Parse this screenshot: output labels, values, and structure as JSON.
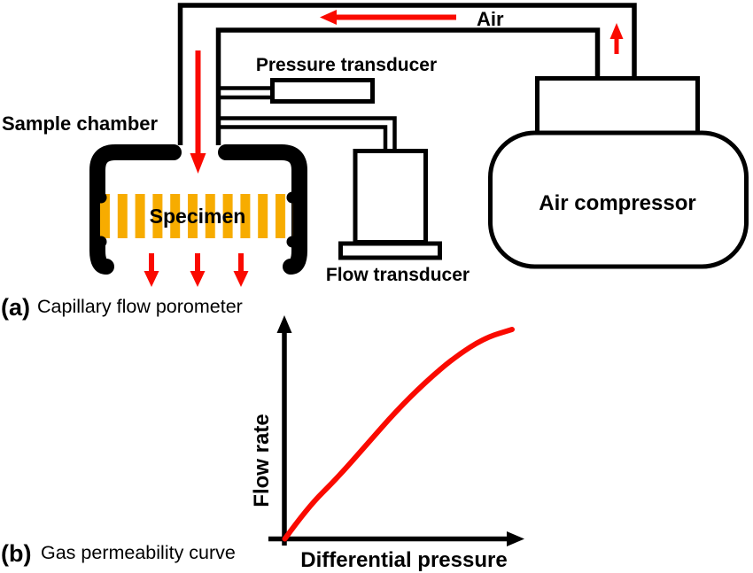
{
  "figure": {
    "panel_a": {
      "marker": "(a)",
      "caption": "Capillary flow porometer",
      "labels": {
        "sample_chamber": "Sample chamber",
        "pressure_transducer": "Pressure transducer",
        "flow_transducer": "Flow transducer",
        "air_compressor": "Air compressor",
        "specimen": "Specimen",
        "air": "Air"
      }
    },
    "panel_b": {
      "marker": "(b)",
      "caption": "Gas permeability curve"
    }
  },
  "colors": {
    "flow_red": "#fa0a00",
    "specimen_orange": "#f7ac00",
    "line_black": "#000000",
    "background": "#ffffff"
  },
  "chart_data": {
    "type": "line",
    "title": "Gas permeability curve",
    "xlabel": "Differential pressure",
    "ylabel": "Flow rate",
    "axes_numeric": false,
    "grid": false,
    "legend": false,
    "x_range_norm": [
      0,
      1
    ],
    "y_range_norm": [
      0,
      1
    ],
    "series": [
      {
        "name": "Gas permeability curve",
        "color": "#fa0a00",
        "points_norm": [
          [
            0.0,
            0.0
          ],
          [
            0.1,
            0.15
          ],
          [
            0.23,
            0.29
          ],
          [
            0.36,
            0.45
          ],
          [
            0.49,
            0.61
          ],
          [
            0.62,
            0.75
          ],
          [
            0.75,
            0.87
          ],
          [
            0.88,
            0.96
          ],
          [
            1.0,
            1.0
          ]
        ]
      }
    ]
  }
}
